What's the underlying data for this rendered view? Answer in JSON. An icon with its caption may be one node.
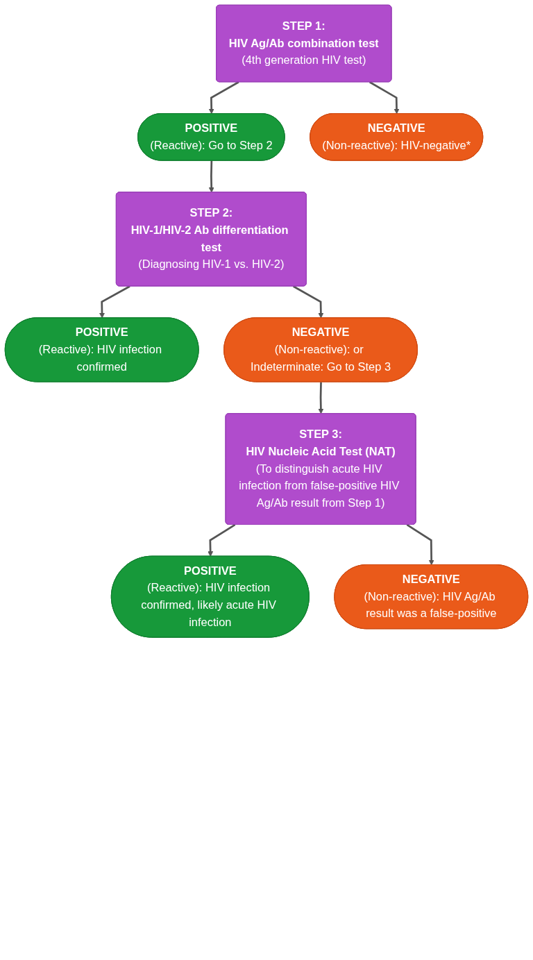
{
  "diagram": {
    "nodes": [
      {
        "text": [
          "STEP 1:",
          "HIV Ag/Ab combination test",
          "(4th generation HIV test)"
        ]
      },
      {
        "text": [
          "POSITIVE",
          "(Reactive): Go to Step 2"
        ]
      },
      {
        "text": [
          "NEGATIVE",
          "(Non-reactive): HIV-negative*"
        ]
      },
      {
        "text": [
          "STEP 2:",
          "HIV-1/HIV-2 Ab differentiation test",
          "(Diagnosing HIV-1 vs. HIV-2)"
        ]
      },
      {
        "text": [
          "POSITIVE",
          "(Reactive): HIV infection confirmed"
        ]
      },
      {
        "text": [
          "NEGATIVE",
          "(Non-reactive): or Indeterminate: Go to Step 3"
        ]
      },
      {
        "text": [
          "STEP 3:",
          "HIV Nucleic Acid Test (NAT)",
          "(To distinguish acute HIV infection from false-positive HIV Ag/Ab result from Step 1)"
        ]
      },
      {
        "text": [
          "POSITIVE",
          "(Reactive): HIV infection confirmed, likely acute HIV infection"
        ]
      },
      {
        "text": [
          "NEGATIVE",
          "(Non-reactive): HIV Ag/Ab result was a false-positive"
        ]
      }
    ],
    "edges": [
      {
        "from": 0,
        "to": 1,
        "arrow": "to"
      },
      {
        "from": 0,
        "to": 2,
        "arrow": "to"
      },
      {
        "from": 1,
        "to": 3,
        "arrow": "to"
      },
      {
        "from": 3,
        "to": 4,
        "arrow": "to"
      },
      {
        "from": 3,
        "to": 5,
        "arrow": "to"
      },
      {
        "from": 5,
        "to": 6,
        "arrow": "to"
      },
      {
        "from": 6,
        "to": 7,
        "arrow": "to"
      },
      {
        "from": 6,
        "to": 8,
        "arrow": "to"
      }
    ]
  }
}
